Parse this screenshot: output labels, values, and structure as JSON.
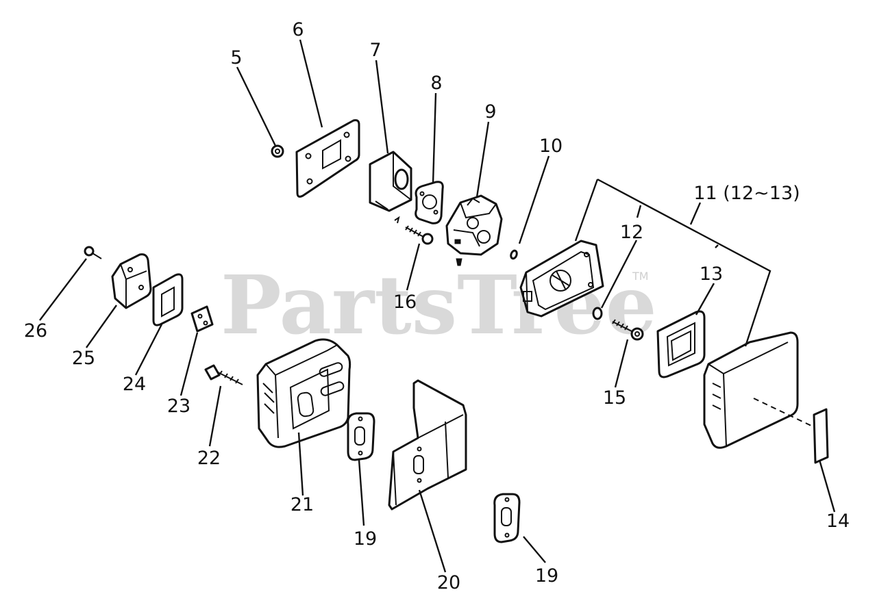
{
  "watermark": {
    "text": "PartsTree",
    "trademark": "TM"
  },
  "callouts": [
    {
      "id": "5",
      "text": "5"
    },
    {
      "id": "6",
      "text": "6"
    },
    {
      "id": "7",
      "text": "7"
    },
    {
      "id": "8",
      "text": "8"
    },
    {
      "id": "9",
      "text": "9"
    },
    {
      "id": "10",
      "text": "10"
    },
    {
      "id": "11",
      "text": "11 (12~13)"
    },
    {
      "id": "12",
      "text": "12"
    },
    {
      "id": "13",
      "text": "13"
    },
    {
      "id": "14",
      "text": "14"
    },
    {
      "id": "15",
      "text": "15"
    },
    {
      "id": "16",
      "text": "16"
    },
    {
      "id": "19a",
      "text": "19"
    },
    {
      "id": "19b",
      "text": "19"
    },
    {
      "id": "20",
      "text": "20"
    },
    {
      "id": "21",
      "text": "21"
    },
    {
      "id": "22",
      "text": "22"
    },
    {
      "id": "23",
      "text": "23"
    },
    {
      "id": "24",
      "text": "24"
    },
    {
      "id": "25",
      "text": "25"
    },
    {
      "id": "26",
      "text": "26"
    }
  ]
}
